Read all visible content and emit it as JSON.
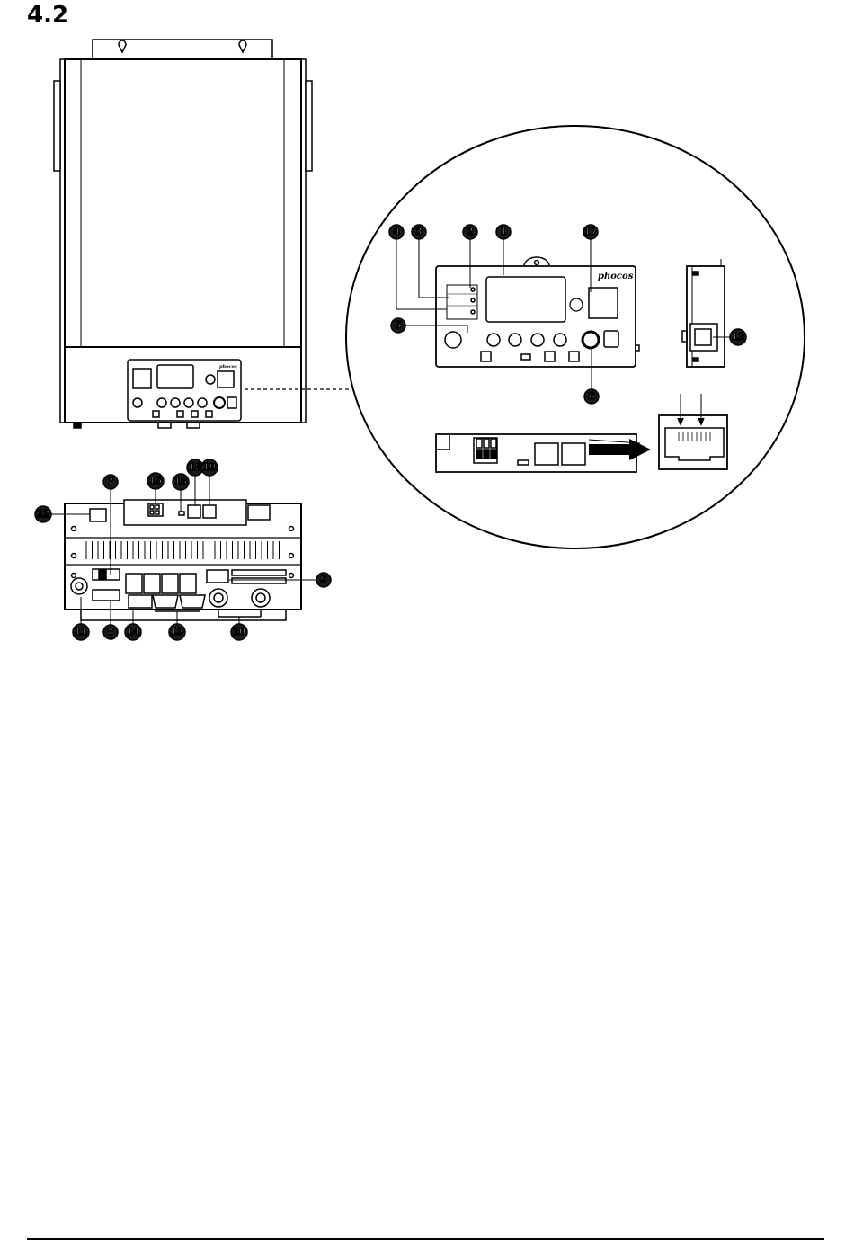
{
  "section": {
    "title": "4.2"
  },
  "brand": {
    "name": "phocos"
  },
  "callouts": {
    "c1": "1",
    "c2": "2",
    "c3": "3",
    "c4": "4",
    "c5": "5",
    "c6": "6",
    "c7": "7",
    "c8": "8",
    "c9": "9",
    "c10": "10",
    "c11": "11",
    "c12a": "12",
    "c12b": "12",
    "c13": "13",
    "c14": "14",
    "c15": "15",
    "c16": "16",
    "c17": "17",
    "c18": "18",
    "c19": "19"
  }
}
